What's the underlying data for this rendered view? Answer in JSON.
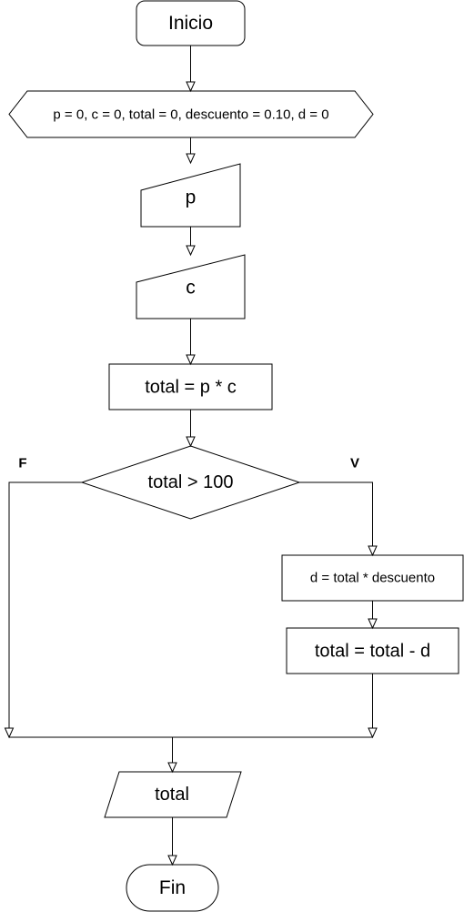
{
  "flowchart": {
    "nodes": {
      "start": {
        "type": "terminator",
        "text": "Inicio"
      },
      "init": {
        "type": "preparation",
        "text": "p = 0, c = 0, total = 0, descuento = 0.10, d = 0"
      },
      "input_p": {
        "type": "manual-input",
        "text": "p"
      },
      "input_c": {
        "type": "manual-input",
        "text": "c"
      },
      "calc_total": {
        "type": "process",
        "text": "total = p * c"
      },
      "decision": {
        "type": "decision",
        "text": "total > 100"
      },
      "calc_discount": {
        "type": "process",
        "text": "d = total * descuento"
      },
      "apply_discount": {
        "type": "process",
        "text": "total = total - d"
      },
      "output_total": {
        "type": "data-output",
        "text": "total"
      },
      "end": {
        "type": "terminator",
        "text": "Fin"
      }
    },
    "branches": {
      "false_label": "F",
      "true_label": "V"
    },
    "edges": [
      {
        "from": "start",
        "to": "init"
      },
      {
        "from": "init",
        "to": "input_p"
      },
      {
        "from": "input_p",
        "to": "input_c"
      },
      {
        "from": "input_c",
        "to": "calc_total"
      },
      {
        "from": "calc_total",
        "to": "decision"
      },
      {
        "from": "decision",
        "to": "calc_discount",
        "branch": "V"
      },
      {
        "from": "calc_discount",
        "to": "apply_discount"
      },
      {
        "from": "decision",
        "to": "output_total",
        "branch": "F"
      },
      {
        "from": "apply_discount",
        "to": "output_total"
      },
      {
        "from": "output_total",
        "to": "end"
      }
    ]
  }
}
